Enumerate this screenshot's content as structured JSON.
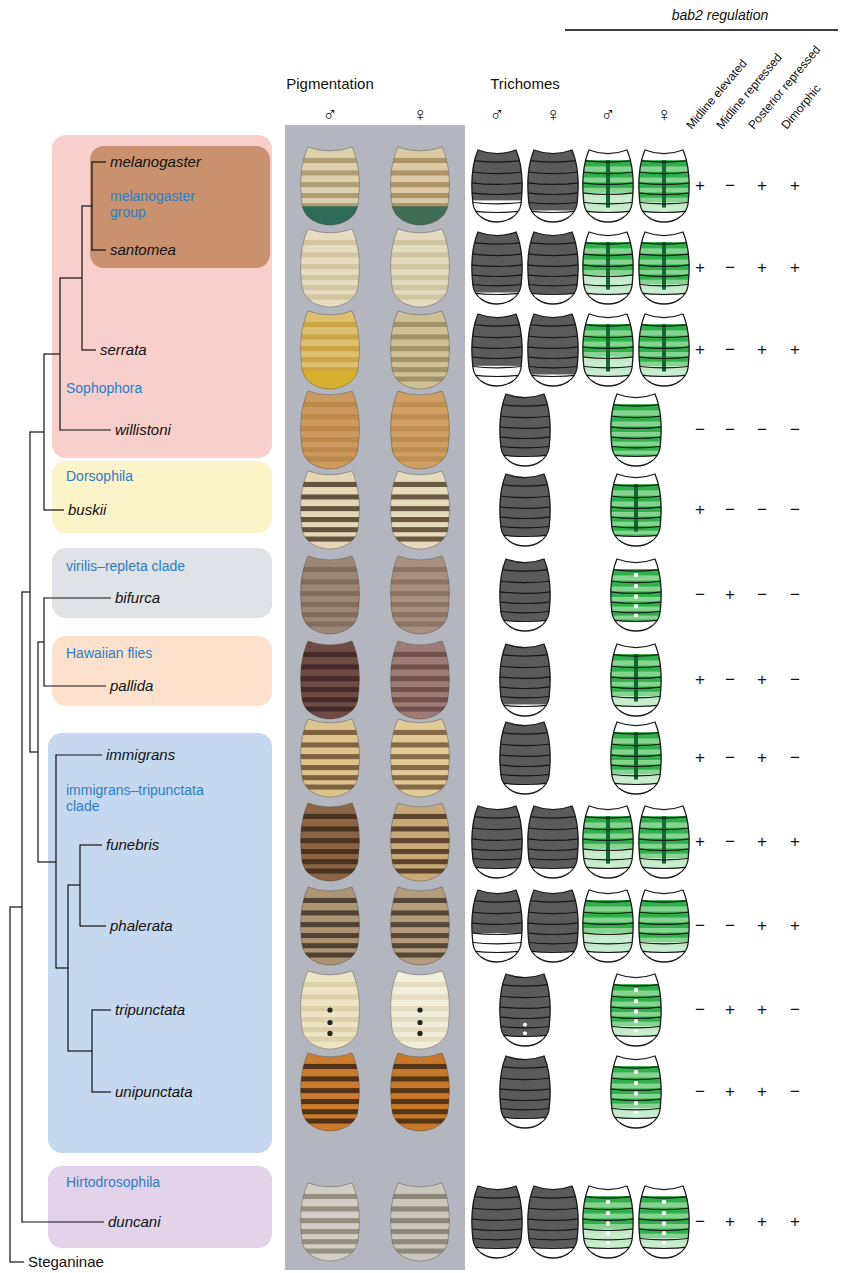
{
  "diagram": {
    "nodes": [
      {
        "text": [
          "serrata",
          "Sophophora",
          "willistoni"
        ]
      },
      {
        "text": [
          "melanogaster",
          "melanogaster group",
          "santomea"
        ],
        "in": 0
      },
      {
        "text": [
          "Dorsophila",
          "buskii"
        ]
      },
      {
        "text": [
          "virilis–repleta clade",
          "bifurca"
        ]
      },
      {
        "text": [
          "Hawaiian flies",
          "pallida"
        ]
      },
      {
        "text": [
          "immigrans",
          "immigrans–tripunctata clade",
          "funebris",
          "phalerata",
          "tripunctata",
          "unipunctata"
        ]
      },
      {
        "text": [
          "Hirtodrosophila",
          "duncani"
        ]
      }
    ],
    "edges": [],
    "labels": [
      "bab2 regulation",
      "Pigmentation",
      "Trichomes",
      "Midline elevated",
      "Midline repressed",
      "Posterior repressed",
      "Dimorphic",
      "♂",
      "♀",
      "♂",
      "♀",
      "♂",
      "♀",
      "+",
      "−",
      "+",
      "+",
      "+",
      "−",
      "+",
      "+",
      "+",
      "−",
      "+",
      "+",
      "−",
      "−",
      "−",
      "−",
      "+",
      "−",
      "−",
      "−",
      "−",
      "+",
      "−",
      "−",
      "+",
      "−",
      "+",
      "−",
      "+",
      "−",
      "+",
      "−",
      "+",
      "−",
      "+",
      "+",
      "−",
      "−",
      "+",
      "+",
      "−",
      "+",
      "+",
      "−",
      "−",
      "+",
      "+",
      "−",
      "−",
      "+",
      "+",
      "+",
      "Steganinae"
    ]
  }
}
